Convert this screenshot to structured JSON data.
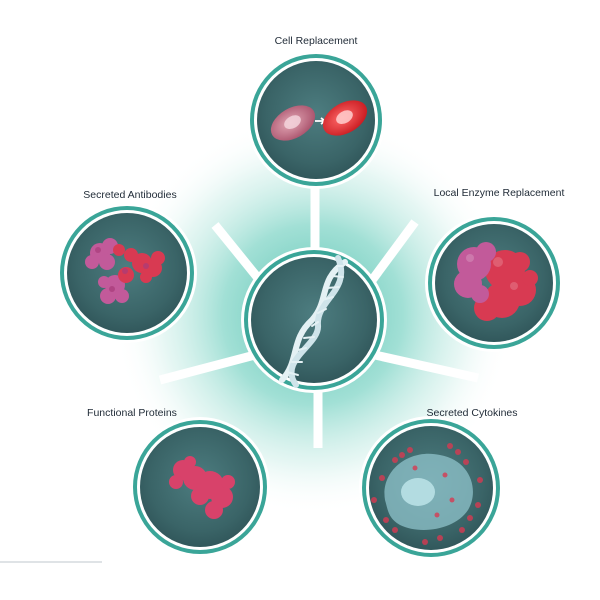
{
  "diagram": {
    "nodes": [
      {
        "id": "center",
        "label": "",
        "icon": "dna-double-helix-icon"
      },
      {
        "id": "cell-replacement",
        "label": "Cell Replacement",
        "icon": "red-blood-cell-icon"
      },
      {
        "id": "local-enzyme-replacement",
        "label": "Local Enzyme Replacement",
        "icon": "enzyme-protein-icon"
      },
      {
        "id": "secreted-cytokines",
        "label": "Secreted Cytokines",
        "icon": "cytokine-cell-icon"
      },
      {
        "id": "functional-proteins",
        "label": "Functional Proteins",
        "icon": "functional-protein-icon"
      },
      {
        "id": "secreted-antibodies",
        "label": "Secreted Antibodies",
        "icon": "antibody-icon"
      }
    ],
    "colors": {
      "circle_fill": "#3c6a6e",
      "circle_ring": "#3aa598",
      "glow": "#5fc6b4",
      "protein_red": "#d83a52",
      "protein_pink": "#c25a9a",
      "dna": "#dfeef2"
    }
  }
}
